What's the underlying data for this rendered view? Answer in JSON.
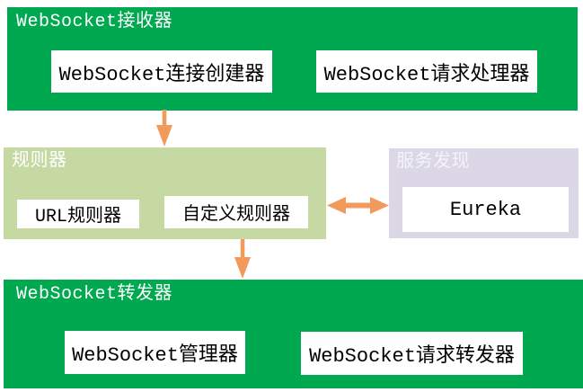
{
  "colors": {
    "green": "#00A84F",
    "light-green": "#C6D9A2",
    "lavender": "#DBD7E7",
    "arrow": "#F2995C",
    "box-text": "#000000",
    "title-text": "#FFFFFF",
    "lavender-title-text": "#F4F3FA",
    "page-bg": "#FFFFFF"
  },
  "diagram": {
    "receiver": {
      "title": "WebSocket接收器",
      "items": [
        {
          "label": "WebSocket连接创建器"
        },
        {
          "label": "WebSocket请求处理器"
        }
      ]
    },
    "ruler": {
      "title": "规则器",
      "items": [
        {
          "label": "URL规则器"
        },
        {
          "label": "自定义规则器"
        }
      ]
    },
    "discovery": {
      "title": "服务发现",
      "items": [
        {
          "label": "Eureka"
        }
      ]
    },
    "forwarder": {
      "title": "WebSocket转发器",
      "items": [
        {
          "label": "WebSocket管理器"
        },
        {
          "label": "WebSocket请求转发器"
        }
      ]
    },
    "icons": {
      "receiver_to_ruler": "down-arrow",
      "ruler_to_forwarder": "down-arrow",
      "ruler_discovery_link": "left-right-double-arrow"
    }
  }
}
